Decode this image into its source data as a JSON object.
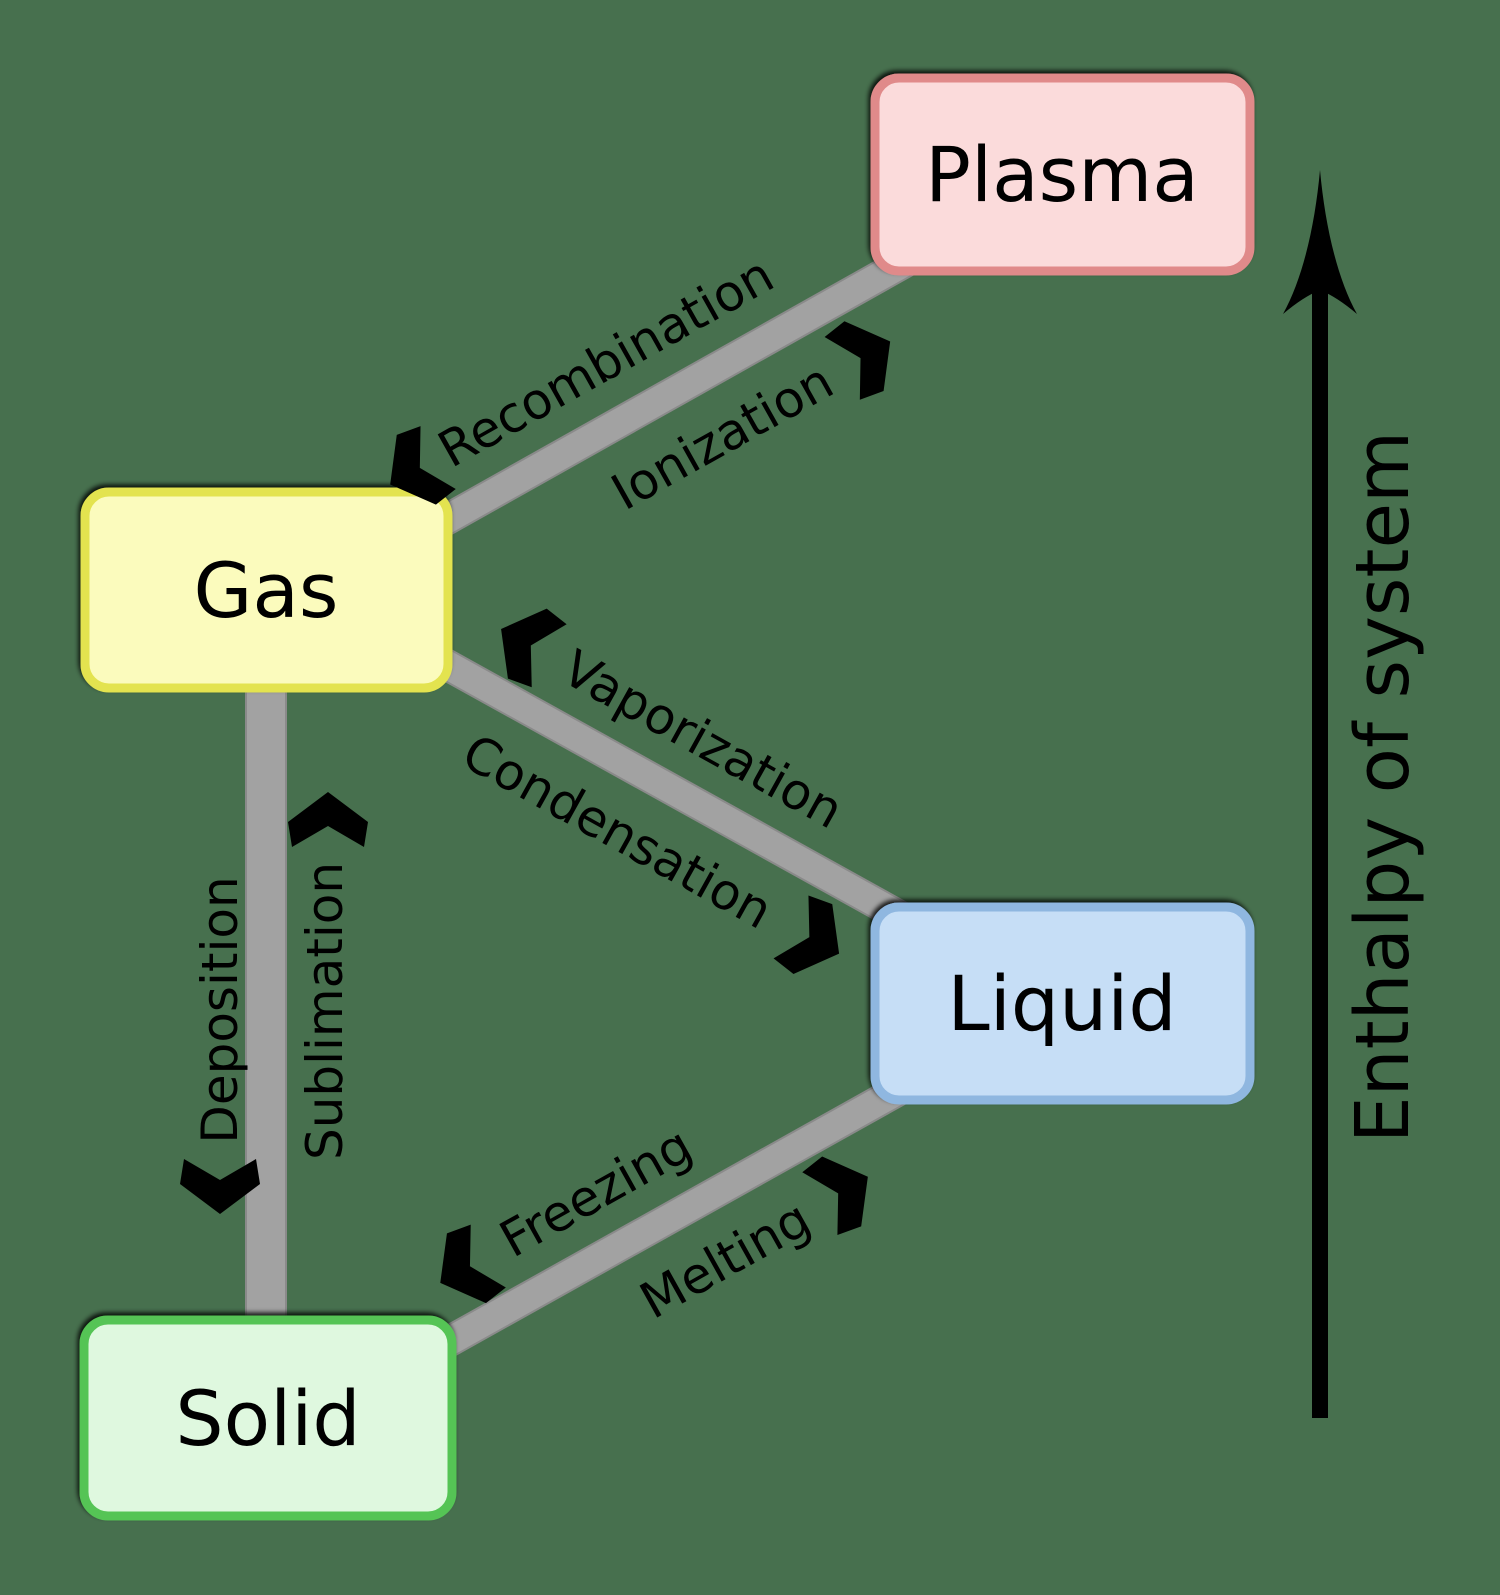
{
  "diagram": {
    "background_color": "#47704e",
    "connector_color": "#a2a2a2",
    "connector_edge_color": "#8a8a8a",
    "text_color": "#000000",
    "states": [
      {
        "id": "plasma",
        "label": "Plasma",
        "fill": "#fbdbdb",
        "border": "#e08a8a"
      },
      {
        "id": "gas",
        "label": "Gas",
        "fill": "#fbfbbd",
        "border": "#e3e34f"
      },
      {
        "id": "liquid",
        "label": "Liquid",
        "fill": "#c6def6",
        "border": "#8fb7e0"
      },
      {
        "id": "solid",
        "label": "Solid",
        "fill": "#dff8df",
        "border": "#55c455"
      }
    ],
    "transitions": [
      {
        "between": "gas-plasma",
        "forward": "Ionization",
        "reverse": "Recombination"
      },
      {
        "between": "liquid-gas",
        "forward": "Vaporization",
        "reverse": "Condensation"
      },
      {
        "between": "solid-gas",
        "forward": "Sublimation",
        "reverse": "Deposition"
      },
      {
        "between": "solid-liquid",
        "forward": "Melting",
        "reverse": "Freezing"
      }
    ],
    "axis": {
      "label": "Enthalpy of system",
      "direction": "up"
    }
  }
}
